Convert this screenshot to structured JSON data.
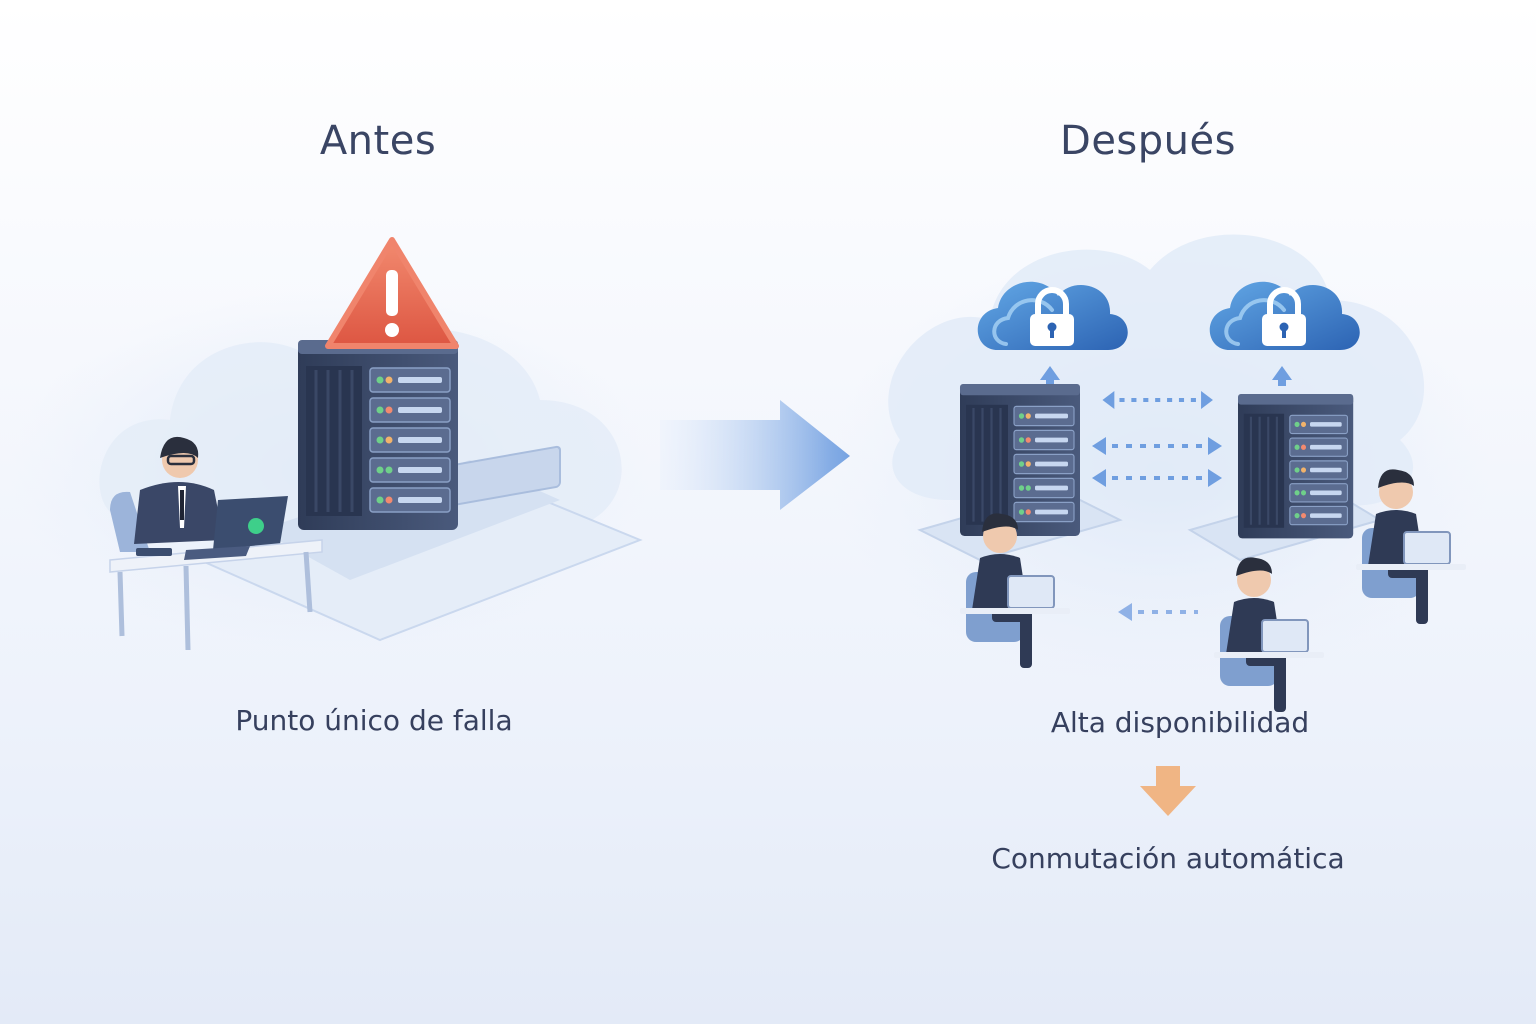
{
  "before": {
    "heading": "Antes",
    "caption": "Punto único de falla"
  },
  "after": {
    "heading": "Después",
    "caption": "Alta disponibilidad",
    "failover_caption": "Conmutación automática"
  },
  "icons": {
    "warning": "warning-icon",
    "transition_arrow": "arrow-right-icon",
    "cloud_lock": "cloud-lock-icon",
    "server": "server-rack-icon",
    "sync_arrows": "bidirectional-arrow-icon",
    "down_arrow": "arrow-down-icon",
    "user": "user-at-laptop-icon"
  },
  "colors": {
    "heading_text": "#3a4564",
    "server_body": "#3e4d6c",
    "warning": "#e86450",
    "cloud": "#3f86cf",
    "transition_arrow": "#7aa6e2",
    "down_arrow": "#f0b584"
  }
}
